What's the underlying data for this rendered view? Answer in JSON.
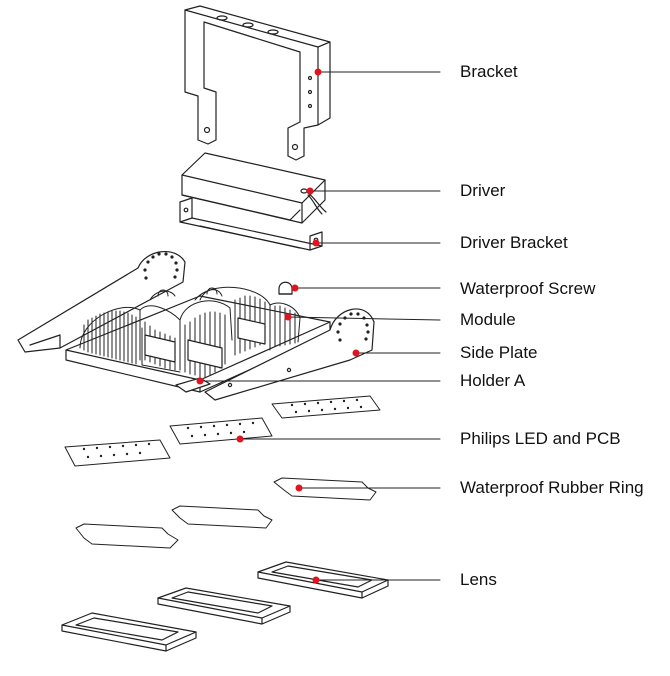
{
  "diagram": {
    "labels": [
      {
        "id": "bracket",
        "text": "Bracket"
      },
      {
        "id": "driver",
        "text": "Driver"
      },
      {
        "id": "driver-bracket",
        "text": "Driver Bracket"
      },
      {
        "id": "waterproof-screw",
        "text": "Waterproof Screw"
      },
      {
        "id": "module",
        "text": "Module"
      },
      {
        "id": "side-plate",
        "text": "Side Plate"
      },
      {
        "id": "holder-a",
        "text": "Holder A"
      },
      {
        "id": "philips-led-pcb",
        "text": "Philips LED and PCB"
      },
      {
        "id": "waterproof-rubber-ring",
        "text": "Waterproof Rubber Ring"
      },
      {
        "id": "lens",
        "text": "Lens"
      }
    ],
    "colors": {
      "marker": "#e0141e",
      "line": "#222222"
    }
  }
}
